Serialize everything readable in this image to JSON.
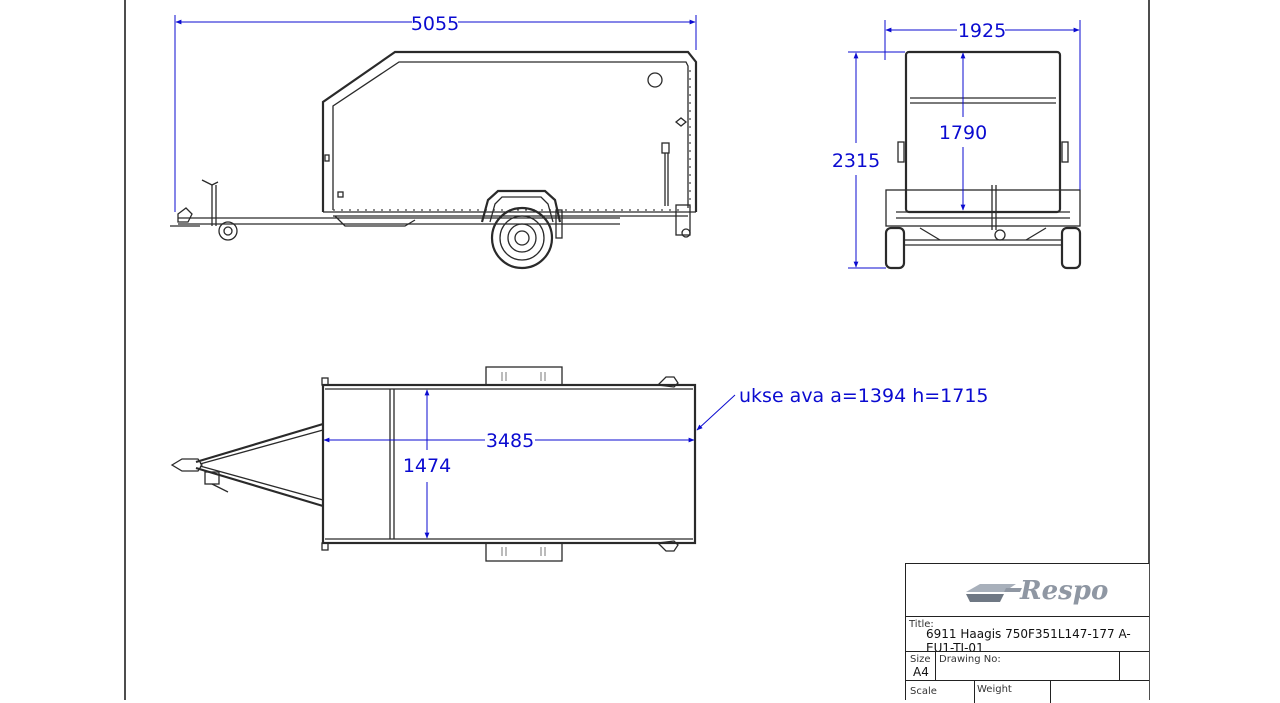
{
  "dimensions": {
    "side_length": "5055",
    "front_width": "1925",
    "front_inner_height": "1790",
    "front_total_height": "2315",
    "top_inner_length": "3485",
    "top_inner_width": "1474",
    "door_note": "ukse ava a=1394 h=1715"
  },
  "title_block": {
    "logo_text": "Respo",
    "title_label": "Title:",
    "title_value": "6911 Haagis 750F351L147-177 A-EU1-TI-01",
    "size_label": "Size",
    "size_value": "A4",
    "drawing_no_label": "Drawing No:",
    "scale_label": "Scale",
    "weight_label": "Weight"
  },
  "colors": {
    "dimension": "#0b0bd0",
    "line": "#2a2a2a",
    "logo": "#8f97a3"
  }
}
